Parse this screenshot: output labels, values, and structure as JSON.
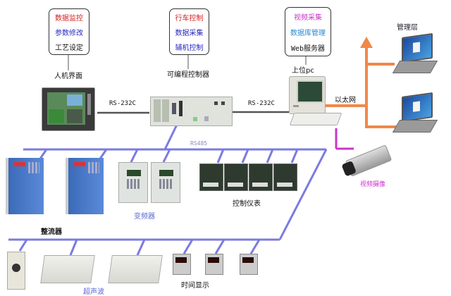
{
  "diagram": {
    "colors": {
      "rs485_bus": "#7b7be0",
      "ethernet": "#f08848",
      "video": "#cc33cc",
      "rs232": "#555555",
      "red_text": "#d42020",
      "blue_text": "#2a2ac0",
      "magenta_text": "#cc33cc",
      "cyan_text": "#2a8ad0",
      "label_blue": "#5a6ad0"
    },
    "hmi": {
      "label": "人机界面",
      "functions": [
        "数据监控",
        "参数修改",
        "工艺设定"
      ]
    },
    "plc": {
      "label": "可编程控制器",
      "functions": [
        "行车控制",
        "数据采集",
        "辅机控制"
      ]
    },
    "host_pc": {
      "label": "上位pc",
      "functions": [
        "视频采集",
        "数据库管理",
        "Web服务器"
      ]
    },
    "links": {
      "hmi_plc": "RS-232C",
      "plc_pc": "RS-232C",
      "ethernet": "以太网",
      "fieldbus": "RS485"
    },
    "management": {
      "label": "管理层",
      "laptops": 2
    },
    "camera": {
      "label": "视频摄像"
    },
    "devices": {
      "rectifier": {
        "label": "整流器",
        "count": 2
      },
      "inverter": {
        "label": "变频器",
        "count": 2
      },
      "controller": {
        "label": "控制仪表",
        "count": 4
      },
      "ultrasonic": {
        "label": "超声波",
        "count": 2
      },
      "timer": {
        "label": "时间显示",
        "count": 3
      },
      "relay": {
        "count": 1
      }
    }
  }
}
